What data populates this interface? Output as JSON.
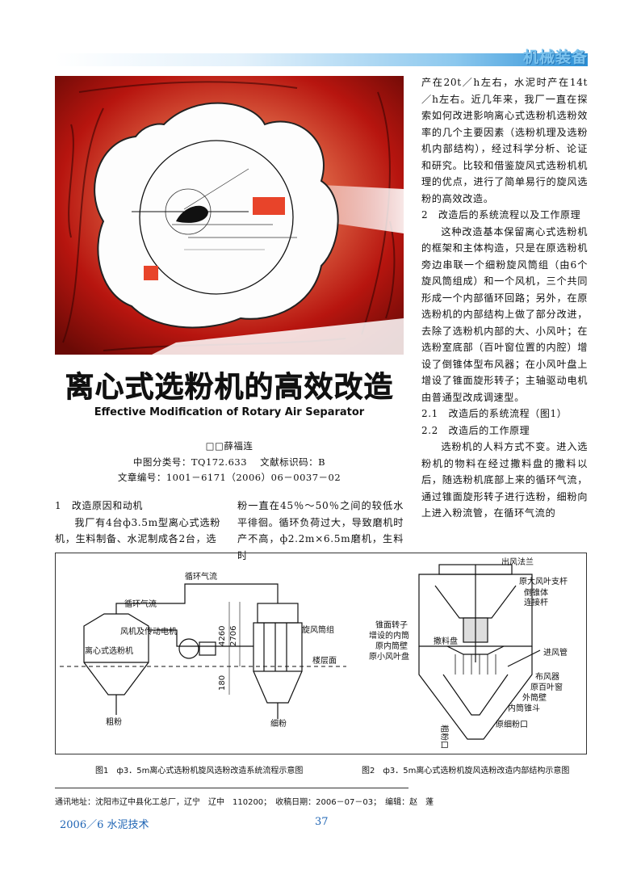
{
  "header": {
    "section_label": "机械装备"
  },
  "article": {
    "title_zh": "离心式选粉机的高效改造",
    "title_en": "Effective Modification of Rotary Air Separator",
    "author": "□□薛福连",
    "meta_line1": "中图分类号：TQ172.633　 文献标识码：B",
    "meta_line2": "文章编号：1001－6171（2006）06－0037－02"
  },
  "body": {
    "left_heading": "1　改造原因和动机",
    "left_para": "我厂有4台ф3.5m型离心式选粉机，生料制备、水泥制成各2台，选",
    "mid_para": "粉一直在45％～50％之间的较低水平徘徊。循环负荷过大，导致磨机时产不高，ф2.2m×6.5m磨机，生料时",
    "right_para1": "产在20t／h左右，水泥时产在14t／h左右。近几年来，我厂一直在探索如何改进影响离心式选粉机选粉效率的几个主要因素（选粉机理及选粉机内部结构），经过科学分析、论证和研究。比较和借鉴旋风式选粉机机理的优点，进行了简单易行的旋风选粉的高效改造。",
    "right_heading2": "2　改造后的系统流程以及工作原理",
    "right_para2": "这种改造基本保留离心式选粉机的框架和主体构造，只是在原选粉机旁边串联一个细粉旋风筒组（由6个旋风筒组成）和一个风机，三个共同形成一个内部循环回路；另外，在原选粉机的内部结构上做了部分改进，去除了选粉机内部的大、小风叶；在选粉室底部（百叶窗位置的内腔）增设了倒锥体型布风器；在小风叶盘上增设了锥面旋形转子；主轴驱动电机由普通型改成调速型。",
    "right_h21": "2.1　改造后的系统流程（图1）",
    "right_h22": "2.2　改造后的工作原理",
    "right_para3": "选粉机的人料方式不变。进入选粉机的物料在经过撒料盘的撒料以后，随选粉机底部上来的循环气流，通过锥面旋形转子进行选粉，细粉向上进入粉流管，在循环气流的"
  },
  "figure1": {
    "labels": {
      "cyc_air_top": "循环气流",
      "cyc_air_left": "循环气流",
      "fan_motor": "风机及传动电机",
      "separator": "离心式选粉机",
      "cyclone_group": "旋风筒组",
      "floor": "楼层面",
      "coarse": "粗粉",
      "fine": "细粉",
      "d1": "4260",
      "d2": "2706",
      "d3": "180"
    },
    "caption": "图1　ф3．5m离心式选粉机旋风选粉改造系统流程示意图"
  },
  "figure2": {
    "labels": {
      "outlet_flange": "出风法兰",
      "big_fan": "原大风叶支杆",
      "inv_cone": "倒锥体",
      "conn_rod": "连接杆",
      "cone_rotor": "锥面转子",
      "added_inner": "增设的内筒",
      "inner_wall": "原内筒壁",
      "small_fan": "原小风叶盘",
      "spread_plate": "撒料盘",
      "inlet_pipe": "进风管",
      "distributor": "布风器",
      "louver": "原百叶窗",
      "outer_shell": "外筒壁",
      "inner_hopper": "内筒锥斗",
      "fine_out": "原细粉口",
      "coarse_out": "粗粉口"
    },
    "caption": "图2　ф3．5m离心式选粉机旋风选粉改造内部结构示意图"
  },
  "footer": {
    "note": "通讯地址：沈阳市辽中县化工总厂，辽宁　辽中　110200；　收稿日期：2006－07－03；　编辑：赵　蓬",
    "issue": "2006／6 水泥技术",
    "page": "37"
  },
  "colors": {
    "accent_blue": "#2a8fd6",
    "footer_blue": "#1e64b4",
    "hero_red": "#c41a14"
  }
}
